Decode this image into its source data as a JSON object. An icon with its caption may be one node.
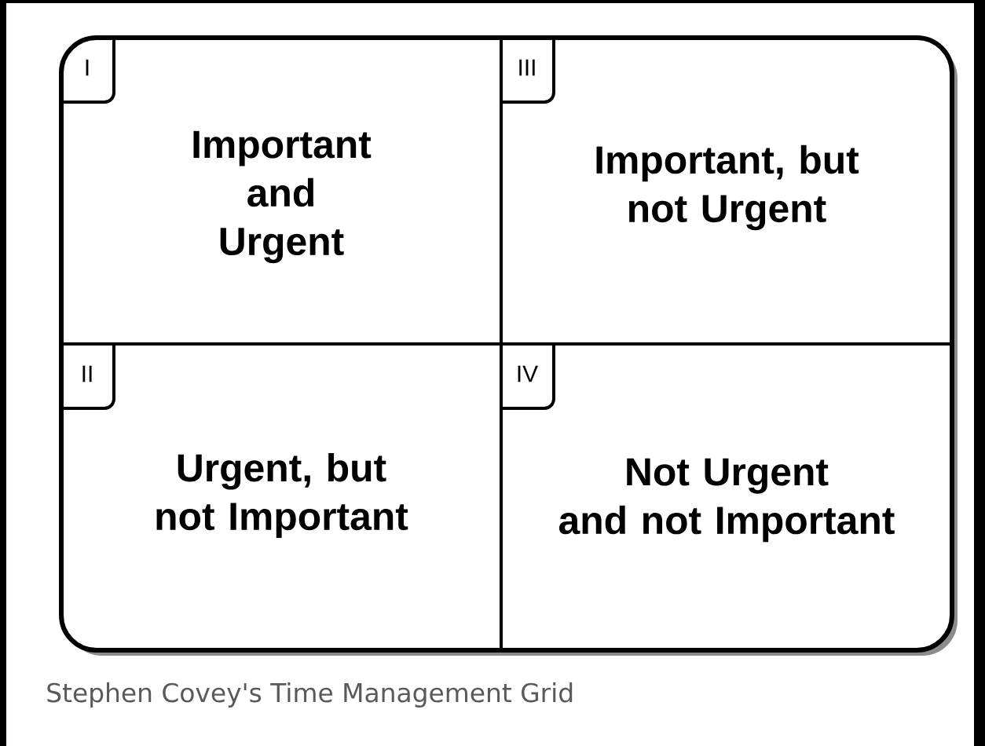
{
  "diagram": {
    "caption": "Stephen Covey's Time Management Grid",
    "nodes": [
      {
        "text": [],
        "shape": "box"
      },
      {
        "text": [
          "I",
          "Important and Urgent"
        ],
        "in": 0
      },
      {
        "text": [
          "III",
          "Important, but not Urgent"
        ],
        "in": 0
      },
      {
        "text": [
          "II",
          "Urgent, but not Important"
        ],
        "in": 0
      },
      {
        "text": [
          "IV",
          "Not Urgent and not Important"
        ],
        "in": 0
      }
    ]
  }
}
